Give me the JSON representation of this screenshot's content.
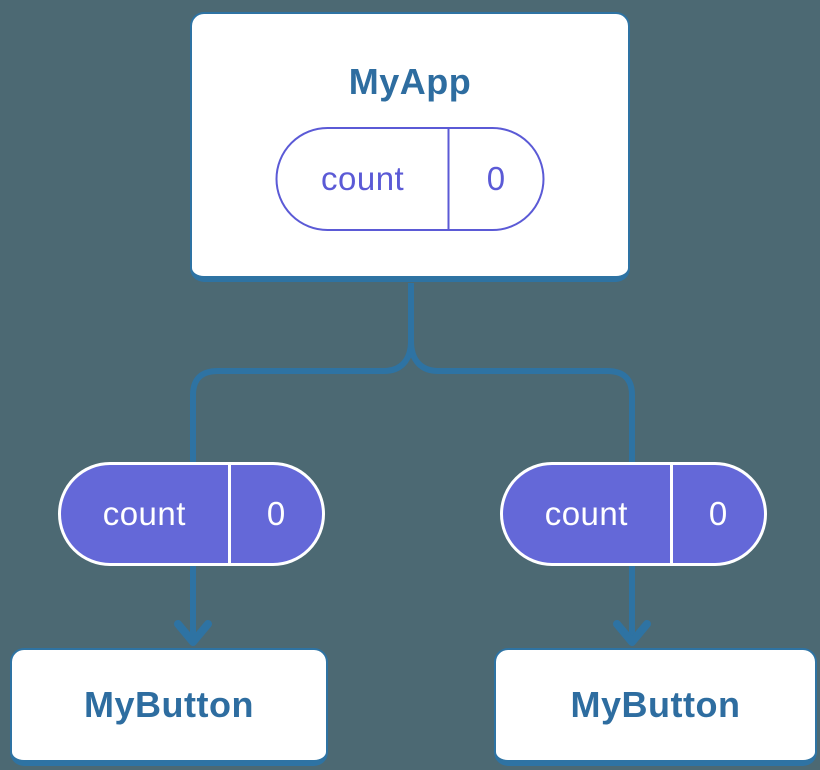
{
  "colors": {
    "background": "#4C6973",
    "line": "#2E73A3",
    "card_bg": "#FFFFFF",
    "title_text": "#2E6DA0",
    "purple_stroke": "#5B5AD6",
    "purple_fill": "#6468D8",
    "pill_text_light": "#FFFFFF"
  },
  "tree": {
    "root": {
      "title": "MyApp",
      "state_pill": {
        "label": "count",
        "value": "0"
      }
    },
    "children": [
      {
        "pill": {
          "label": "count",
          "value": "0"
        },
        "title": "MyButton"
      },
      {
        "pill": {
          "label": "count",
          "value": "0"
        },
        "title": "MyButton"
      }
    ]
  }
}
